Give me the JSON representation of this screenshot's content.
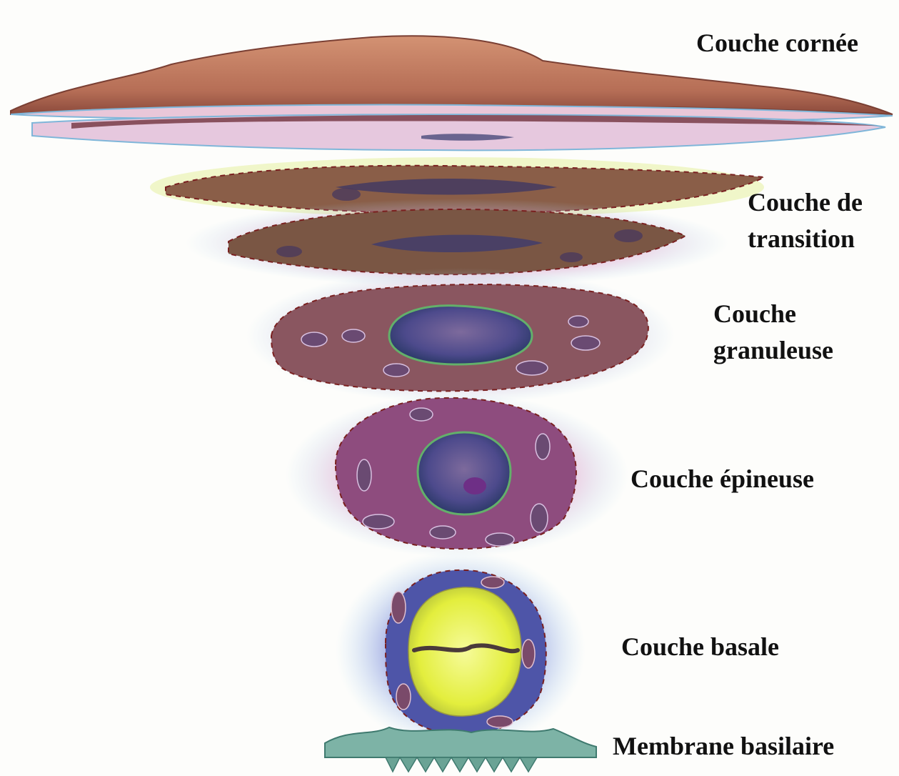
{
  "labels": {
    "couche_cornee": "Couche cornée",
    "couche_transition": [
      "Couche de",
      "transition"
    ],
    "couche_granuleuse": [
      "Couche",
      "granuleuse"
    ],
    "couche_epineuse": "Couche épineuse",
    "couche_basale": "Couche basale",
    "membrane_basilaire": "Membrane basilaire"
  },
  "colors": {
    "corneum": "#c98a6e",
    "transition": "#6b4a3a",
    "granular": "#b94b7a",
    "spinous": "#8e3f8e",
    "basal": "#5a5fb5",
    "basal_nucleus": "#e7f04a",
    "membrane": "#6fa79a"
  }
}
